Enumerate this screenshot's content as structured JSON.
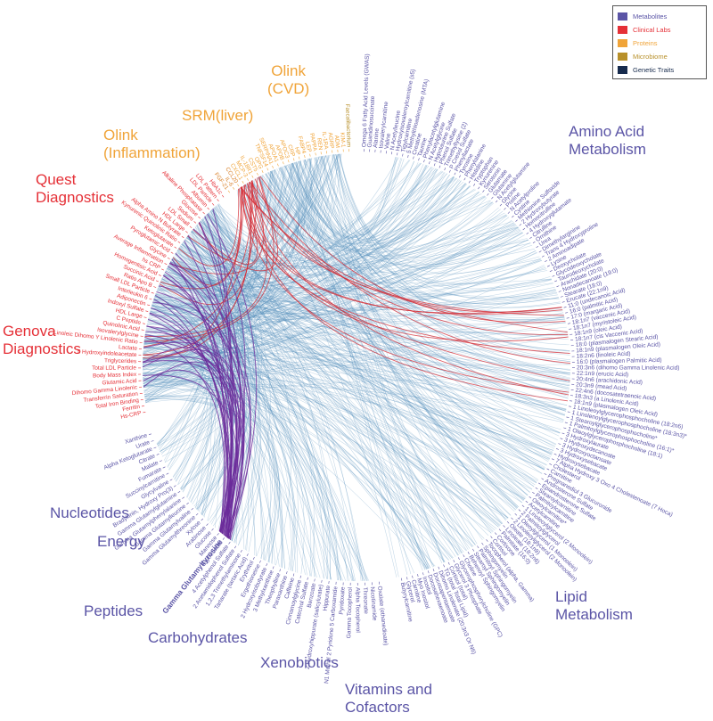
{
  "colors": {
    "metabolites": "#5b55a6",
    "clinical": "#e53037",
    "proteins": "#f0a439",
    "microbiome": "#b8902a",
    "genetic": "#172b4d",
    "edge_blue": "#4f8cb9",
    "edge_red": "#d42a33",
    "edge_purple": "#6a2a9a"
  },
  "legend": [
    {
      "label": "Metabolites",
      "color": "#5b55a6"
    },
    {
      "label": "Clinical Labs",
      "color": "#e53037"
    },
    {
      "label": "Proteins",
      "color": "#f0a439"
    },
    {
      "label": "Microbiome",
      "color": "#b8902a"
    },
    {
      "label": "Genetic Traits",
      "color": "#172b4d"
    }
  ],
  "groups": {
    "olink_cvd": "Olink\n(CVD)",
    "srm_liver": "SRM(liver)",
    "olink_inflammation": "Olink\n(Inflammation)",
    "quest": "Quest\nDiagnostics",
    "genova": "Genova\nDiagnostics",
    "amino_acid": "Amino Acid\nMetabolism",
    "lipid": "Lipid\nMetabolism",
    "vitamins": "Vitamins and\nCofactors",
    "xenobiotics": "Xenobiotics",
    "carbohydrates": "Carbohydrates",
    "peptides": "Peptides",
    "energy": "Energy",
    "nucleotides": "Nucleotides"
  },
  "highlight_node": "Gamma Glutamyltyrosine",
  "labels_right": [
    "Omega 6 Fatty Acid Levels (GWAS)",
    "Guanidinosuccinate",
    "Alanine",
    "Isovalerylcarnitine",
    "Valine",
    "N Acetylleucine",
    "Hydroxyisovaleroylcarnitine (s5)",
    "Tigylcarnitine",
    "5 Methylthioadenosine (MTA)",
    "Creatine",
    "Taurine",
    "Phenylacetylglutamine",
    "N Acetylglycine",
    "Hypotaurine Sulfate",
    "Phenol Sulfate",
    "Trimethyllysine (2)",
    "P Cresol Sulfate",
    "Phenyllactate",
    "Tyrosine",
    "Phenylalanine",
    "Histidine",
    "Tryptophan",
    "Kynurenine",
    "Serotonin",
    "Glutamate",
    "Glutamine",
    "N Acetylglutamine",
    "Glycine",
    "Proline",
    "N Acetylproline",
    "Cystine",
    "Methionine Sulfoxide",
    "2 Hydroxybutyrate",
    "Homocitrulline",
    "4 Hydroxyglutamate",
    "Citrulline",
    "Ornithine",
    "Urea",
    "Dimethylarginine",
    "Trans 4 Hydroxyproline",
    "2 Aminoadipate",
    "Lysine",
    "Deoxycholate",
    "Glycodeoxycholate",
    "Taurodeoxycholate",
    "Arachidate (20:0)",
    "Nonadecanoate (19:0)",
    "Stearate (18:0)",
    "Erucate (22:1n9)",
    "11:0 (undecanoic Acid)",
    "16:0 (palmitic Acid)",
    "17:0 (margaric Acid)",
    "18:1n7 (vaccenic Acid)",
    "18:1n7 (myristoleic Acid)",
    "18:1n9 (oleic Acid)",
    "18:1n7 (cis Vaccenic Acid)",
    "18:0 (plasmalogen Stearic Acid)",
    "18:1n9 (plasmalogen Oleic Acid)",
    "18:2n6 (linoleic Acid)",
    "16:0 (plasmalogen Palmitic Acid)",
    "20:3n6 (dihomo Gamma Linolenic Acid)",
    "22:1n9 (erucic Acid)",
    "20:4n6 (arachidonic Acid)",
    "20:3n9 (mead Acid)",
    "22:4n6 (docosatetraenoic Acid)",
    "18:3n3 (a Linolenic Acid)",
    "18:1n9 (plasmalogen Oleic Acid)",
    "1 Linoleoylglycerophosphocholine (18:2n6)",
    "1 Linolenoylglycerophosphocholine (18:3n3)*",
    "1 Stearoylglycerophosphocholine*",
    "1 Palmitoylglycerophosphocholine (16:1)*",
    "1 Oleoylglycerophosphocholine (18:1)",
    "3 Hydroxylaurate",
    "3 Hydroxydecanoate",
    "3 Hydroxyoctanoate",
    "3 Hydroxysebacate",
    "Hydroxysebacate",
    "7 Alpha Hydroxy 3 Oxo 4 Cholestenoate (7 Hoca)",
    "Cholesterol",
    "Carnitine",
    "Pregnanediol 3 Glucuronide",
    "Androsterone Sulfate",
    "Epiandrosterone Sulfate",
    "Stearoylcarnitine",
    "Palmitoylcarnitine",
    "Oleoylcarnitine*",
    "Acetylcarnitine",
    "1 Linoleoylglycerol (2 Monoolein)",
    "2 Palmitoylglycerol",
    "1 Oleoylglycerol (1 Monoolein)",
    "2 Linoleoylglycerol (2 Monoolein)",
    "Oleate (18:1n9)",
    "Linoleate (18:2n6)",
    "Palmitate (16:0)",
    "Cortisone",
    "Cortisol",
    "Tocopherol (alpha, Gamma)",
    "Sphingomyelin",
    "Palmitoyl Sphingomyelin",
    "Stearoyl Sphingomyelin",
    "Behenoyl Sphingomyelin",
    "Choline",
    "Glycerophosphorylcholine (GPC)",
    "Glycerol 3 Phosphate",
    "Cortisol (total)",
    "TG (total Total Lipid)",
    "Dihomo Linolenate (20:3n3 Or N6)",
    "Docosapentaenoate",
    "Docosahexaenoate",
    "Inositol",
    "Myo Inositol",
    "Carnitine",
    "Glycerol",
    "Butyrylcarnitine"
  ],
  "labels_bottom": [
    "Oxalate (ethanedioate)",
    "Nicotinamide",
    "Threonate",
    "Alpha Tocopherol",
    "Gamma Tocopherol",
    "Pyridoxate",
    "N1 Methyl 2 Pyridone 5 Carboxamide",
    "Hippurate",
    "2 Hydroxyhippurate (salicylurate)",
    "Benzoate",
    "Catechol Sulfate",
    "Cinnamoylglycine",
    "Caffeine",
    "Paraxanthine",
    "Theophylline",
    "3 Methylxanthine",
    "2 Hydroxyisobutyrate",
    "Ergothioneine",
    "Erythritol",
    "Tartarate (tartaric Acid)",
    "1,2,3 Trimethylaminone",
    "2 Acetamidophenol Sulfate",
    "4 Acetylphenol Sulfate",
    "Erythronate",
    "Mannose",
    "Glucose",
    "Arabinose",
    "Xylose",
    "Gamma Glutamylthreonine",
    "Gamma Glutamylvaline",
    "Gamma Glutamylleucine",
    "Gamma Glutamylphenylalanine",
    "Gamma Glutamylglutamine",
    "Bradykinin, Hydroxy Pro(3)",
    "Glycylvaline",
    "Succinylcarnitine",
    "Fumarate",
    "Malate",
    "Citrate",
    "Alpha Ketoglutarate",
    "Urate",
    "Xanthine"
  ],
  "labels_left": [
    "Hs-CRP",
    "Ferritin",
    "Total Iron Binding",
    "Transferrin Saturation",
    "Dihomo Gamma Linolenic",
    "Glutamic Acid",
    "Body Mass Index",
    "Total LDL Particle",
    "Triglycerides",
    "5 Hydroxyindoleacetate",
    "Lactate",
    "Linoleic Dihomo Y Linolenic Ratio",
    "Isovalerylglycine",
    "Quinolinic Acid",
    "C Peptide",
    "HDL Large",
    "Indoxyl Sulfate",
    "Adiponectin",
    "Interleukin 6",
    "Small LDL Particle",
    "Ratio Apo B",
    "Succinic Acid",
    "Homogentisic Acid",
    "hs CRP",
    "Average Inflammation",
    "Glycine",
    "Pyroglutamic Acid",
    "Ketoglutarate",
    "Kynurenic Quinolinic Ratio",
    "Alpha Amino N Butyrate",
    "HDL Large",
    "LDL Small",
    "Sodium",
    "Glucose",
    "Alkaline Phosphatase",
    "Albumin",
    "LDL Particle",
    "LDL Pattern",
    "HbA1c"
  ],
  "labels_top": [
    "FGF-21",
    "IL-6",
    "CCL20",
    "CXCL1",
    "MCP-3",
    "IL-18R1",
    "CST5",
    "OPG",
    "TNFSF14",
    "SERPINA1",
    "APOA1",
    "APOB",
    "APOC3",
    "CRP",
    "HP",
    "FABP4",
    "LEP",
    "PAPPA",
    "REN",
    "IL-1RA",
    "AGRP",
    "ADM",
    "KIM-1",
    "Faecalibacterium"
  ]
}
